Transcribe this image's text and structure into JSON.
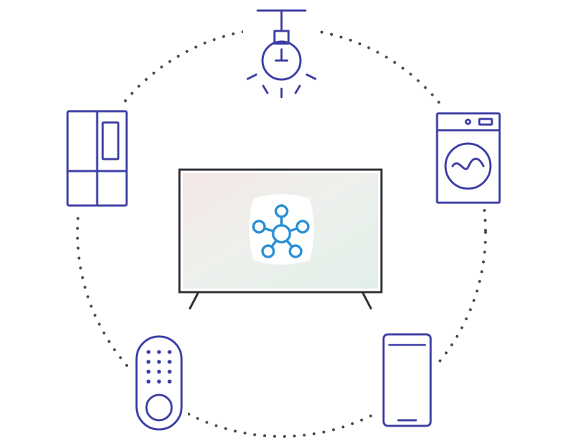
{
  "colors": {
    "background": "#ffffff",
    "device_outline": "#3d3fa6",
    "tv_frame": "#2f2f35",
    "hub_icon": "#2a8fd6",
    "dots": "#4a4a55"
  },
  "devices": [
    {
      "id": "light",
      "icon": "ceiling-light-icon"
    },
    {
      "id": "fridge",
      "icon": "refrigerator-icon"
    },
    {
      "id": "washer",
      "icon": "washing-machine-icon"
    },
    {
      "id": "doorlock",
      "icon": "smart-door-lock-icon"
    },
    {
      "id": "phone",
      "icon": "smartphone-icon"
    }
  ],
  "center": {
    "device": "tv",
    "icon": "smartthings-hub-icon"
  }
}
